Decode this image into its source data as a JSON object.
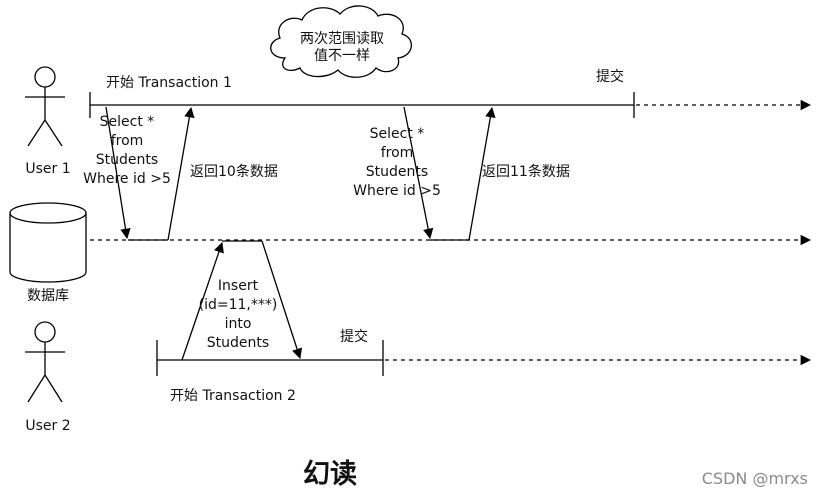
{
  "cloud_note": {
    "line1": "两次范围读取",
    "line2": "值不一样"
  },
  "actors": {
    "user1": "User 1",
    "database": "数据库",
    "user2": "User 2"
  },
  "transaction1": {
    "start_label": "开始 Transaction 1",
    "commit_label": "提交",
    "query1": [
      "Select *",
      "from",
      "Students",
      "Where id >5"
    ],
    "result1": "返回10条数据",
    "query2": [
      "Select *",
      "from",
      "Students",
      "Where id >5"
    ],
    "result2": "返回11条数据"
  },
  "transaction2": {
    "start_label": "开始 Transaction 2",
    "commit_label": "提交",
    "insert": [
      "Insert",
      "(id=11,***)",
      "into",
      "Students"
    ]
  },
  "caption": "幻读",
  "watermark": "CSDN @mrxs"
}
